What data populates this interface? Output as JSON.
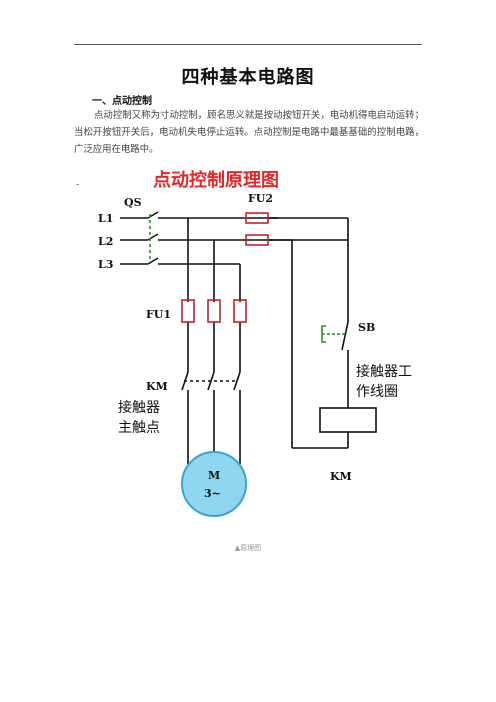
{
  "doc": {
    "title": "四种基本电路图",
    "section_heading": "一、点动控制",
    "paragraph": "点动控制又称为寸动控制，顾名思义就是按动按钮开关，电动机得电启动运转；当松开按钮开关后，电动机失电停止运转。点动控制是电路中最基基础的控制电路，广泛应用在电路中。",
    "bullet_mark": "-"
  },
  "diagram": {
    "heading": "点动控制原理图",
    "labels": {
      "qs": "QS",
      "l1": "L1",
      "l2": "L2",
      "l3": "L3",
      "fu2": "FU2",
      "fu1": "FU1",
      "sb": "SB",
      "km_top": "KM",
      "main_contact_1": "接触器",
      "main_contact_2": "主触点",
      "coil_1": "接触器工",
      "coil_2": "作线圈",
      "km_bottom": "KM",
      "motor_1": "M",
      "motor_2": "3~"
    },
    "colors": {
      "heading": "#e8262a",
      "wire": "#111111",
      "fuse": "#c8202a",
      "switch": "#2e8b2e",
      "motor_fill": "#8fd6f0",
      "motor_stroke": "#3aa3d0"
    }
  },
  "caption": "▲原理图"
}
